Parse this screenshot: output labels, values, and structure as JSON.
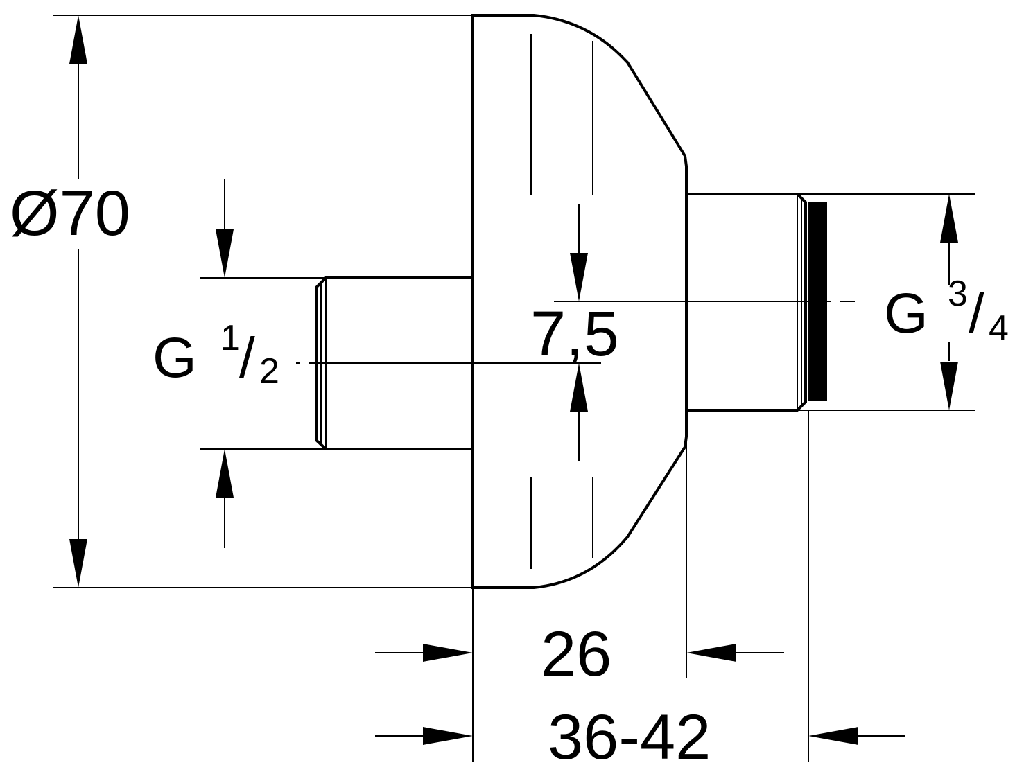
{
  "drawing": {
    "colors": {
      "line": "#000000",
      "background": "#ffffff"
    },
    "dimensions": {
      "diameter_symbol": "Ø",
      "diameter_value": "70",
      "center_offset": "7,5",
      "body_depth": "26",
      "total_depth": "36-42"
    },
    "threads": {
      "inlet": {
        "letter": "G",
        "numerator": "1",
        "slash": "/",
        "denominator": "2"
      },
      "outlet": {
        "letter": "G",
        "numerator": "3",
        "slash": "/",
        "denominator": "4"
      }
    }
  }
}
